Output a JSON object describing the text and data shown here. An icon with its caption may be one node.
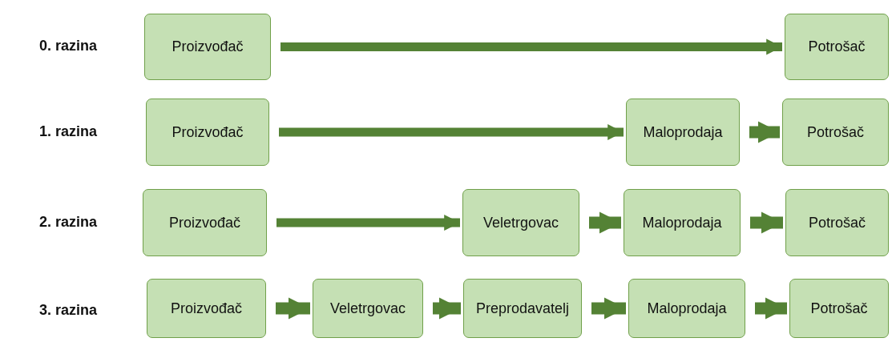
{
  "diagram": {
    "nodes": [
      {
        "text": [
          "Proizvođač"
        ]
      },
      {
        "text": [
          "Potrošač"
        ]
      },
      {
        "text": [
          "Proizvođač"
        ]
      },
      {
        "text": [
          "Maloprodaja"
        ]
      },
      {
        "text": [
          "Potrošač"
        ]
      },
      {
        "text": [
          "Proizvođač"
        ]
      },
      {
        "text": [
          "Veletrgovac"
        ]
      },
      {
        "text": [
          "Maloprodaja"
        ]
      },
      {
        "text": [
          "Potrošač"
        ]
      },
      {
        "text": [
          "Proizvođač"
        ]
      },
      {
        "text": [
          "Veletrgovac"
        ]
      },
      {
        "text": [
          "Preprodavatelj"
        ]
      },
      {
        "text": [
          "Maloprodaja"
        ]
      },
      {
        "text": [
          "Potrošač"
        ]
      }
    ],
    "edges": [
      {
        "from": 0,
        "to": 1,
        "arrow": "to"
      },
      {
        "from": 2,
        "to": 3,
        "arrow": "to"
      },
      {
        "from": 3,
        "to": 4,
        "arrow": "to"
      },
      {
        "from": 5,
        "to": 6,
        "arrow": "to"
      },
      {
        "from": 6,
        "to": 7,
        "arrow": "to"
      },
      {
        "from": 7,
        "to": 8,
        "arrow": "to"
      },
      {
        "from": 9,
        "to": 10,
        "arrow": "to"
      },
      {
        "from": 10,
        "to": 11,
        "arrow": "to"
      },
      {
        "from": 11,
        "to": 12,
        "arrow": "to"
      },
      {
        "from": 12,
        "to": 13,
        "arrow": "to"
      }
    ],
    "labels": [
      "0. razina",
      "1. razina",
      "2. razina",
      "3. razina"
    ]
  }
}
